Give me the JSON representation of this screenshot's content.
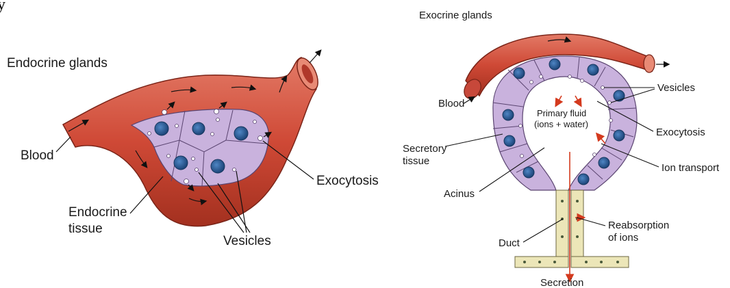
{
  "header_fragment": "y",
  "endocrine": {
    "title": "Endocrine glands",
    "labels": {
      "blood": "Blood",
      "exocytosis": "Exocytosis",
      "tissue_line1": "Endocrine",
      "tissue_line2": "tissue",
      "vesicles": "Vesicles"
    }
  },
  "exocrine": {
    "title": "Exocrine glands",
    "labels": {
      "blood": "Blood",
      "vesicles": "Vesicles",
      "exocytosis": "Exocytosis",
      "ion_transport": "Ion transport",
      "primary_fluid_line1": "Primary fluid",
      "primary_fluid_line2": "(ions + water)",
      "secretory_line1": "Secretory",
      "secretory_line2": "tissue",
      "acinus": "Acinus",
      "reabsorption_line1": "Reabsorption",
      "reabsorption_line2": "of ions",
      "duct": "Duct",
      "secretion": "Secretion"
    }
  },
  "colors": {
    "vessel": "#d04a3a",
    "vessel_dark": "#8e2a1f",
    "vessel_light": "#e8806c",
    "cell": "#c9b2dd",
    "cell_border": "#5a4470",
    "nucleus": "#2d5f9c",
    "nucleus_dark": "#17375e",
    "duct": "#ece6b8",
    "arrow_red": "#d43a1e"
  }
}
